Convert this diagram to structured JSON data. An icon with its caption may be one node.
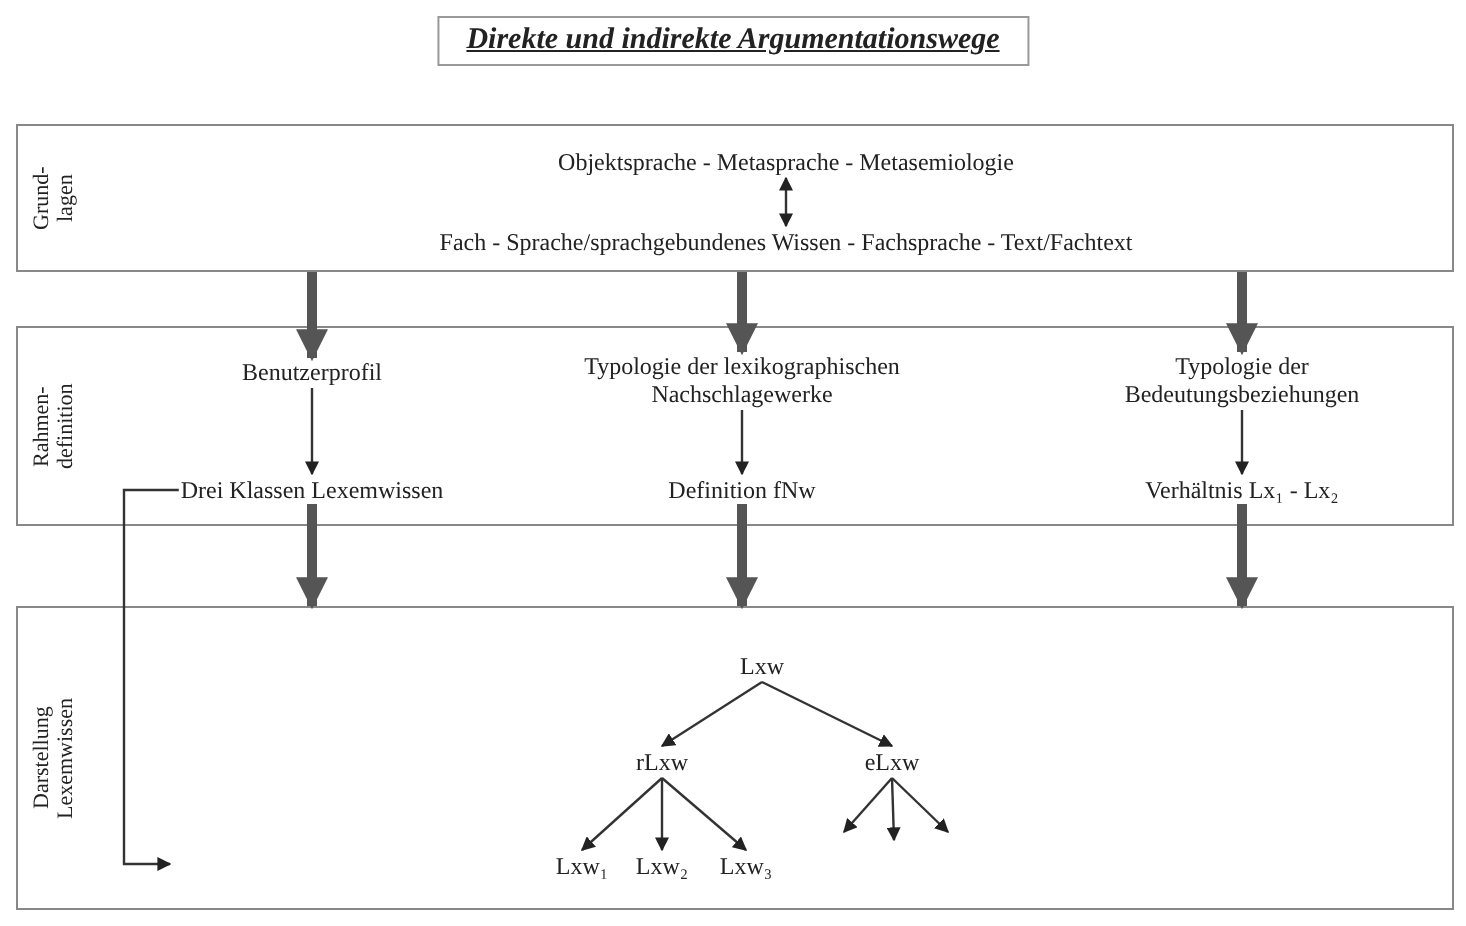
{
  "diagram": {
    "title": "Direkte und indirekte Argumentationswege",
    "nodes": [
      {
        "text": [
          "Grund- lagen"
        ]
      },
      {
        "text": [
          "Objektsprache - Metasprache - Metasemiologie"
        ],
        "in": 0
      },
      {
        "text": [
          "Fach - Sprache/sprachgebundenes Wissen - Fachsprache - Text/Fachtext"
        ],
        "in": 0
      },
      {
        "text": [
          "Rahmen- definition"
        ]
      },
      {
        "text": [
          "Benutzerprofil"
        ],
        "in": 3
      },
      {
        "text": [
          "Typologie der lexikographischen Nachschlagewerke"
        ],
        "in": 3
      },
      {
        "text": [
          "Typologie der Bedeutungsbeziehungen"
        ],
        "in": 3
      },
      {
        "text": [
          "Drei Klassen Lexemwissen"
        ],
        "in": 3
      },
      {
        "text": [
          "Definition fNw"
        ],
        "in": 3
      },
      {
        "text": [
          "Verhältnis Lx₁ - Lx₂"
        ],
        "in": 3
      },
      {
        "text": [
          "Darstellung Lexemwissen"
        ]
      },
      {
        "text": [
          "Lxw"
        ],
        "in": 10
      },
      {
        "text": [
          "rLxw"
        ],
        "in": 10
      },
      {
        "text": [
          "eLxw"
        ],
        "in": 10
      },
      {
        "text": [
          "Lxw₁"
        ],
        "in": 10
      },
      {
        "text": [
          "Lxw₂"
        ],
        "in": 10
      },
      {
        "text": [
          "Lxw₃"
        ],
        "in": 10
      }
    ],
    "edges": [
      {
        "from": 1,
        "to": 2,
        "arrow": "both"
      },
      {
        "from": 0,
        "to": 4,
        "arrow": "to",
        "style": "thick"
      },
      {
        "from": 0,
        "to": 5,
        "arrow": "to",
        "style": "thick"
      },
      {
        "from": 0,
        "to": 6,
        "arrow": "to",
        "style": "thick"
      },
      {
        "from": 4,
        "to": 7,
        "arrow": "to"
      },
      {
        "from": 5,
        "to": 8,
        "arrow": "to"
      },
      {
        "from": 6,
        "to": 9,
        "arrow": "to"
      },
      {
        "from": 7,
        "to": 10,
        "arrow": "to",
        "style": "thick"
      },
      {
        "from": 8,
        "to": 10,
        "arrow": "to",
        "style": "thick"
      },
      {
        "from": 9,
        "to": 10,
        "arrow": "to",
        "style": "thick"
      },
      {
        "from": 7,
        "to": 10,
        "arrow": "to"
      },
      {
        "from": 11,
        "to": 12,
        "arrow": "to"
      },
      {
        "from": 11,
        "to": 13,
        "arrow": "to"
      },
      {
        "from": 12,
        "to": 14,
        "arrow": "to"
      },
      {
        "from": 12,
        "to": 15,
        "arrow": "to"
      },
      {
        "from": 12,
        "to": 16,
        "arrow": "to"
      },
      {
        "from": 13,
        "to": null,
        "arrow": "to"
      },
      {
        "from": 13,
        "to": null,
        "arrow": "to"
      },
      {
        "from": 13,
        "to": null,
        "arrow": "to"
      }
    ]
  }
}
